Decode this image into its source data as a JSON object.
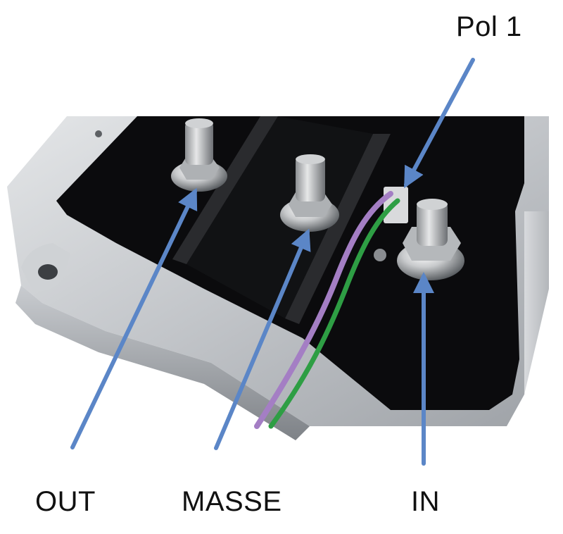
{
  "labels": {
    "pol1": "Pol 1",
    "out": "OUT",
    "masse": "MASSE",
    "in": "IN"
  },
  "colors": {
    "arrow": "#5b86c7",
    "housing": "#b9bcc0",
    "cavity": "#0b0b0d",
    "wire_purple": "#a47ec4",
    "wire_green": "#2e9e44"
  }
}
